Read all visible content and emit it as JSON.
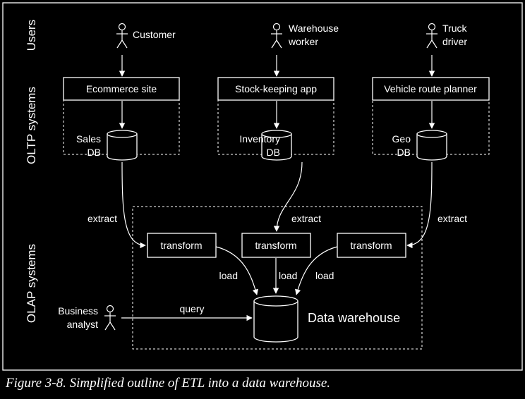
{
  "sections": {
    "users": "Users",
    "oltp": "OLTP systems",
    "olap": "OLAP systems"
  },
  "users": {
    "customer": "Customer",
    "warehouse_worker_line1": "Warehouse",
    "warehouse_worker_line2": "worker",
    "truck_driver_line1": "Truck",
    "truck_driver_line2": "driver",
    "business_analyst_line1": "Business",
    "business_analyst_line2": "analyst"
  },
  "apps": {
    "ecommerce": "Ecommerce site",
    "stock": "Stock-keeping app",
    "vehicle": "Vehicle route planner"
  },
  "databases": {
    "sales_line1": "Sales",
    "sales_line2": "DB",
    "inventory_line1": "Inventory",
    "inventory_line2": "DB",
    "geo_line1": "Geo",
    "geo_line2": "DB"
  },
  "etl": {
    "extract": "extract",
    "transform": "transform",
    "load": "load",
    "query": "query",
    "warehouse": "Data warehouse"
  },
  "caption": "Figure 3-8. Simplified outline of ETL into a data warehouse."
}
